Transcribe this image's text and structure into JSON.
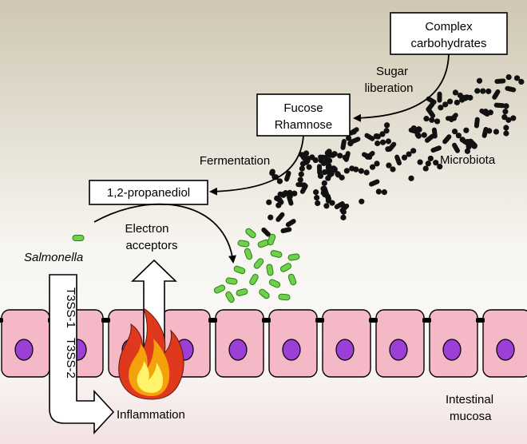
{
  "boxes": {
    "complex_line1": "Complex",
    "complex_line2": "carbohydrates",
    "fucose": "Fucose",
    "rhamnose": "Rhamnose",
    "propanediol": "1,2-propanediol"
  },
  "arrows": {
    "sugar_line1": "Sugar",
    "sugar_line2": "liberation",
    "fermentation": "Fermentation",
    "electron_line1": "Electron",
    "electron_line2": "acceptors",
    "t3ss1": "T3SS-1",
    "t3ss2": "T3SS-2"
  },
  "labels": {
    "microbiota": "Microbiota",
    "salmonella": "Salmonella",
    "inflammation": "Inflammation",
    "intestinal": "Intestinal",
    "mucosa": "mucosa"
  },
  "colors": {
    "bg_top": "#cfc7b2",
    "bg_mid": "#f7f5f0",
    "bg_bottom": "#f3e2e2",
    "cell_fill": "#f5b8c6",
    "nucleus": "#9b3fd6",
    "salmonella_green": "#6fd14a",
    "microbe_black": "#111111",
    "flame_red": "#e0381c",
    "flame_orange": "#f5a10c",
    "flame_yellow": "#fff36a"
  },
  "icons": [
    "flame-icon",
    "rod-bacterium-icon",
    "coccus-bacterium-icon"
  ]
}
